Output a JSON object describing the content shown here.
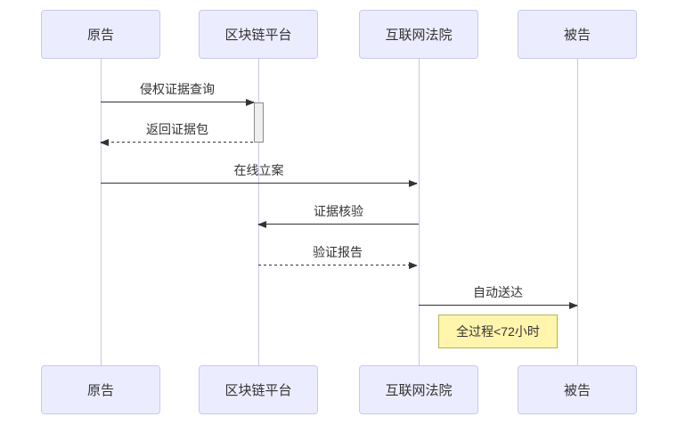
{
  "diagram": {
    "type": "sequence-diagram",
    "actors": [
      {
        "id": "plaintiff",
        "label": "原告"
      },
      {
        "id": "blockchain",
        "label": "区块链平台"
      },
      {
        "id": "court",
        "label": "互联网法院"
      },
      {
        "id": "defendant",
        "label": "被告"
      }
    ],
    "messages": [
      {
        "from": "原告",
        "to": "区块链平台",
        "label": "侵权证据查询",
        "style": "solid",
        "direction": "right"
      },
      {
        "from": "区块链平台",
        "to": "原告",
        "label": "返回证据包",
        "style": "dashed",
        "direction": "left"
      },
      {
        "from": "原告",
        "to": "互联网法院",
        "label": "在线立案",
        "style": "solid",
        "direction": "right"
      },
      {
        "from": "互联网法院",
        "to": "区块链平台",
        "label": "证据核验",
        "style": "solid",
        "direction": "left"
      },
      {
        "from": "区块链平台",
        "to": "互联网法院",
        "label": "验证报告",
        "style": "dashed",
        "direction": "right"
      },
      {
        "from": "互联网法院",
        "to": "被告",
        "label": "自动送达",
        "style": "solid",
        "direction": "right"
      }
    ],
    "activation": {
      "actor": "区块链平台",
      "from_message": "侵权证据查询",
      "to_message": "返回证据包"
    },
    "note": {
      "label": "全过程<72小时",
      "between": [
        "互联网法院",
        "被告"
      ]
    },
    "colors": {
      "actor_fill": "#ececff",
      "actor_border": "#c9c9ef",
      "lifeline": "#cdc5ec",
      "activation_fill": "#efefef",
      "activation_border": "#8c8c8c",
      "note_fill": "#fff5ad",
      "note_border": "#b5b553",
      "arrow": "#333333",
      "text": "#333333"
    }
  }
}
